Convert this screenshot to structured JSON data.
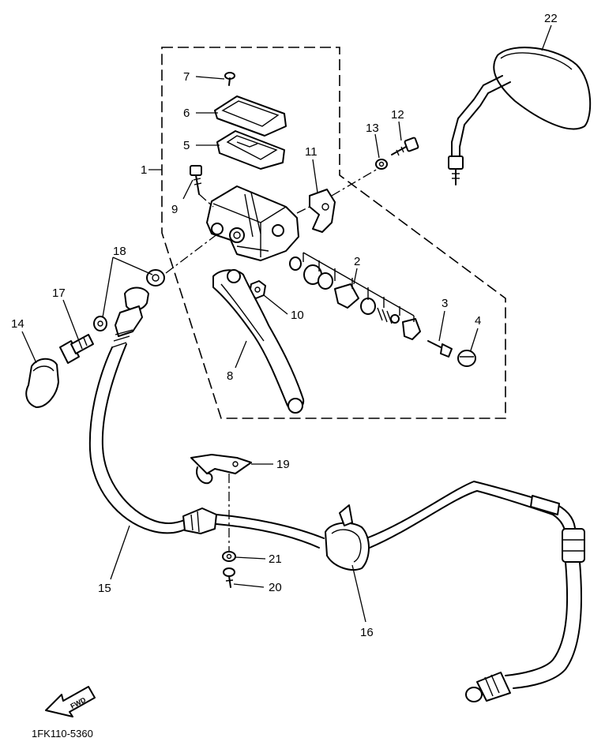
{
  "diagram_code": "1FK110-5360",
  "direction_arrow_label": "FWD",
  "callouts": {
    "c1": "1",
    "c2": "2",
    "c3": "3",
    "c4": "4",
    "c5": "5",
    "c6": "6",
    "c7": "7",
    "c8": "8",
    "c9": "9",
    "c10": "10",
    "c11": "11",
    "c12": "12",
    "c13": "13",
    "c14": "14",
    "c15": "15",
    "c16": "16",
    "c17": "17",
    "c18": "18",
    "c19": "19",
    "c20": "20",
    "c21": "21",
    "c22": "22"
  }
}
